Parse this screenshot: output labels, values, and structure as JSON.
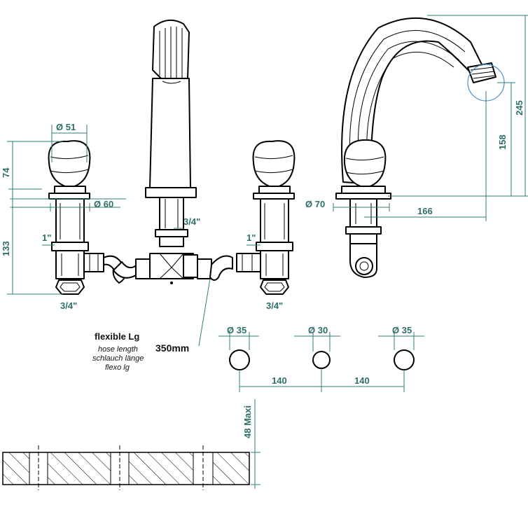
{
  "left_view": {
    "dia_51": "Ø 51",
    "dia_60": "Ø 60",
    "dim_74": "74",
    "dim_133": "133",
    "thread_1in_left": "1\"",
    "thread_1in_right": "1\"",
    "thread_34_left": "3/4\"",
    "thread_34_right": "3/4\"",
    "thread_34_center": "3/4\""
  },
  "hose_note": {
    "title": "flexible Lg",
    "line1": "hose length",
    "line2": "schlauch länge",
    "line3": "flexo lg",
    "length": "350mm"
  },
  "side_view": {
    "dia_70": "Ø 70",
    "dim_166": "166",
    "dim_158": "158",
    "dim_245": "245"
  },
  "holes": {
    "dia_left": "Ø 35",
    "dia_mid": "Ø 30",
    "dia_right": "Ø 35",
    "spacing_1": "140",
    "spacing_2": "140"
  },
  "deck": {
    "max_thickness": "48 Maxi"
  }
}
